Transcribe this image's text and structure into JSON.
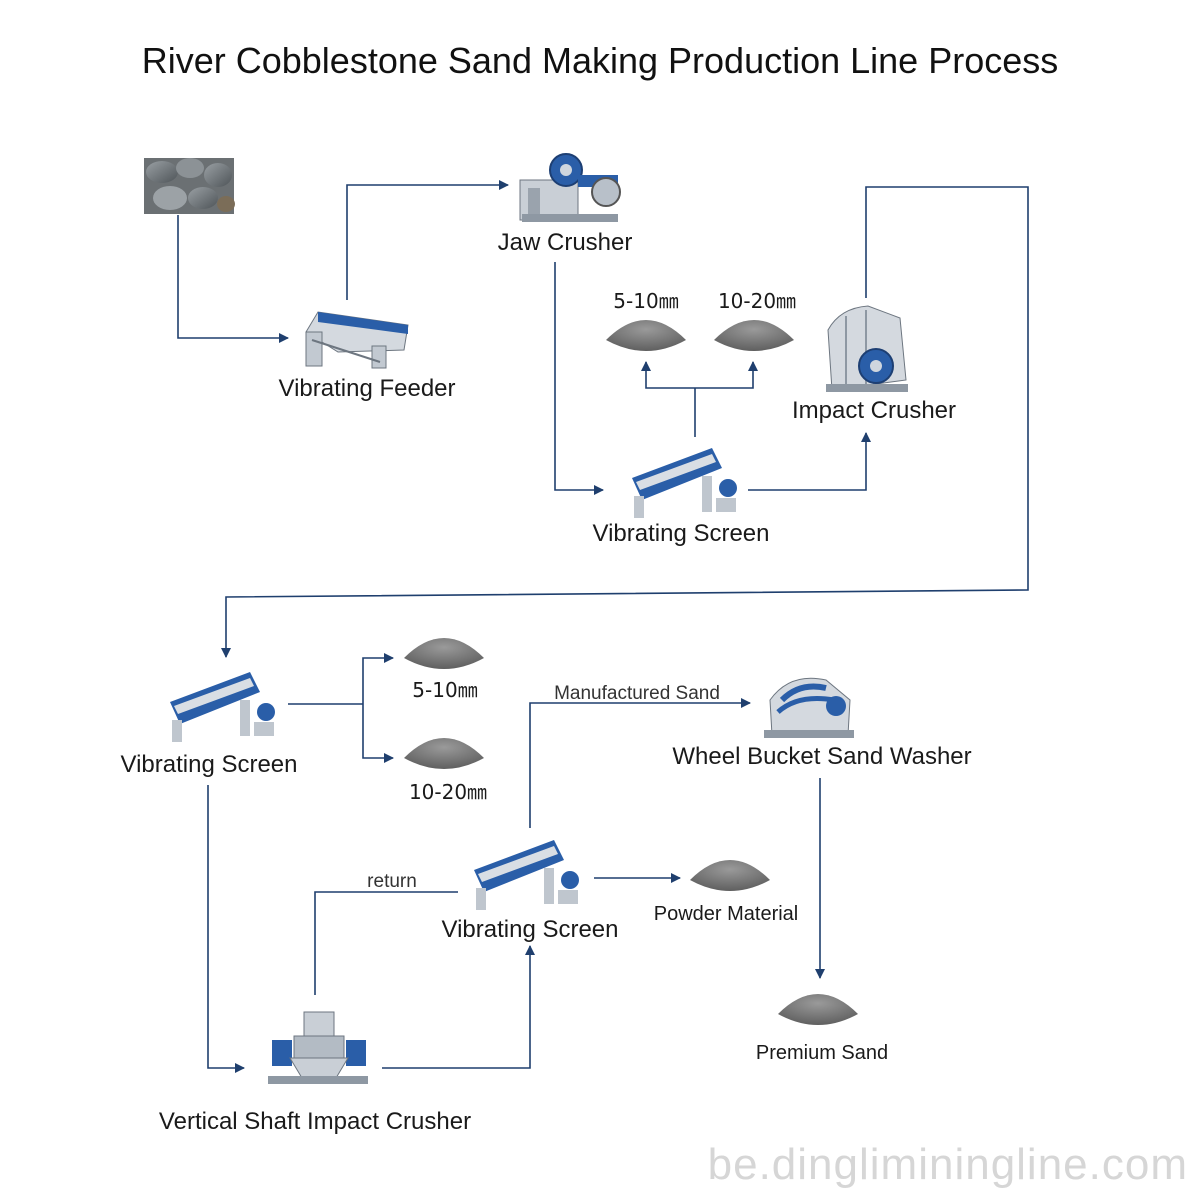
{
  "title": "River Cobblestone Sand Making Production Line Process",
  "nodes": {
    "jaw_crusher": "Jaw Crusher",
    "vibrating_feeder": "Vibrating Feeder",
    "impact_crusher": "Impact Crusher",
    "vibrating_screen_1": "Vibrating Screen",
    "vibrating_screen_2": "Vibrating Screen",
    "vibrating_screen_3": "Vibrating Screen",
    "wheel_bucket_sand_washer": "Wheel Bucket Sand Washer",
    "vsi_crusher": "Vertical Shaft Impact Crusher"
  },
  "products": {
    "top_5_10": "5-10㎜",
    "top_10_20": "10-20㎜",
    "mid_5_10": "5-10㎜",
    "mid_10_20": "10-20㎜",
    "powder": "Powder Material",
    "premium_sand": "Premium Sand"
  },
  "edge_labels": {
    "manufactured_sand": "Manufactured Sand",
    "return": "return"
  },
  "watermark": "be.dingliminingline.com",
  "colors": {
    "arrow": "#1f3f6e",
    "machine_blue": "#2a5ea8",
    "steel": "#c9cfd6",
    "pile": "#7a7a7a"
  }
}
